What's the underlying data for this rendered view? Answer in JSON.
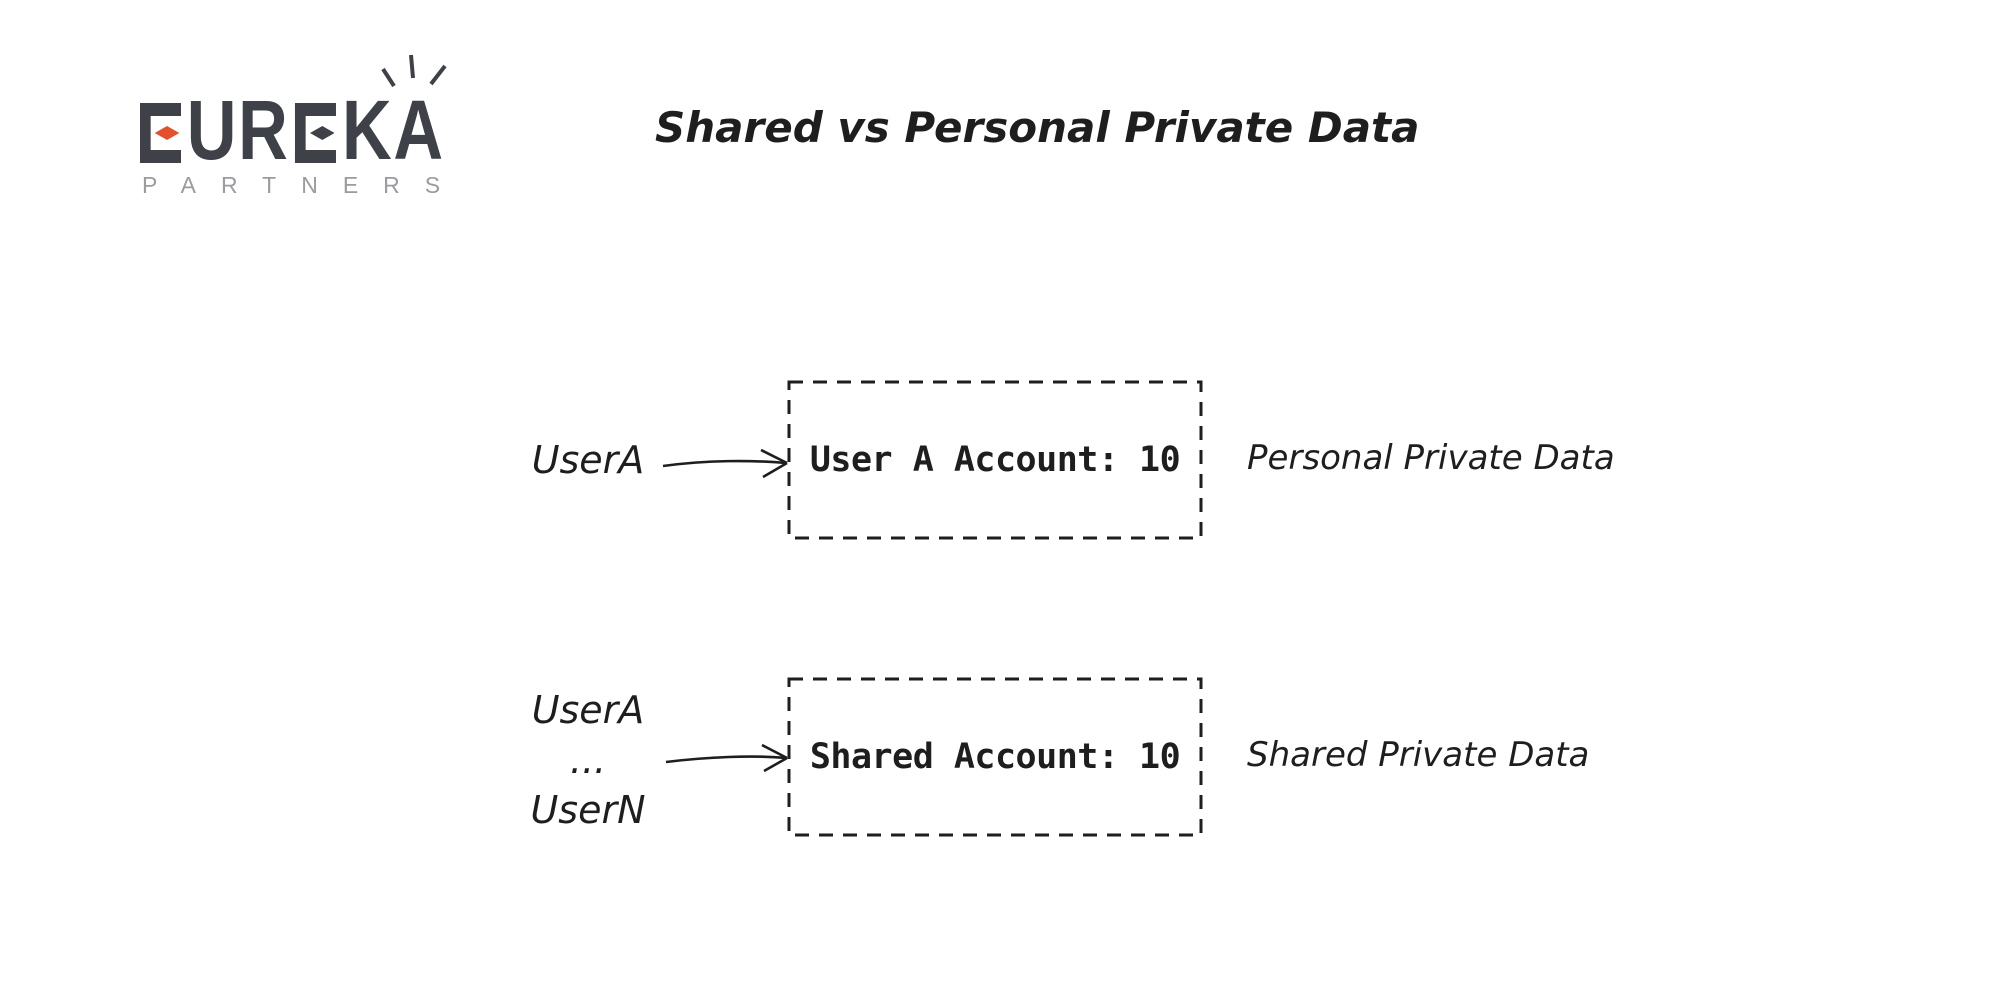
{
  "colors": {
    "bg": "#ffffff",
    "ink": "#1e1e1e",
    "logo_dark": "#3e4147",
    "logo_accent": "#e2512c",
    "logo_gray": "#9b9ba0"
  },
  "logo": {
    "brand_full": "EUREKA",
    "letters_mid": "UR",
    "letters_end": "KA",
    "subtitle": "PARTNERS"
  },
  "title": "Shared vs Personal Private Data",
  "rows": [
    {
      "id": "personal",
      "left_labels": [
        "UserA"
      ],
      "box_text": "User A Account: 10",
      "right_label": "Personal Private Data"
    },
    {
      "id": "shared",
      "left_labels": [
        "UserA",
        "...",
        "UserN"
      ],
      "box_text": "Shared Account: 10",
      "right_label": "Shared Private Data"
    }
  ]
}
